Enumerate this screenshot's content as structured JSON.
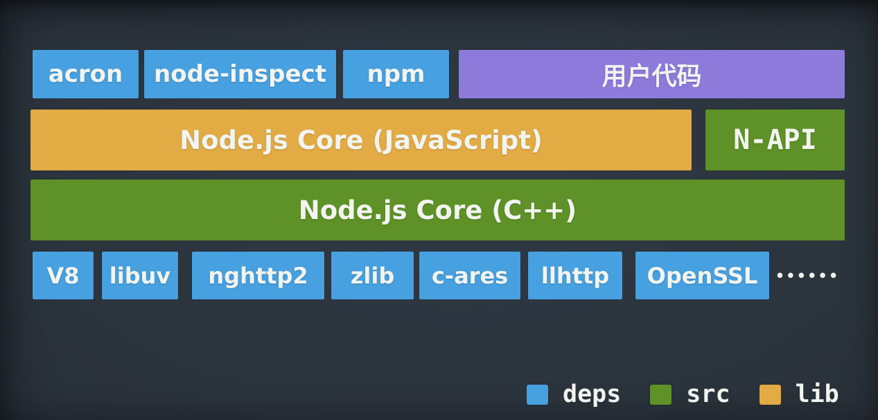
{
  "colors": {
    "background": "#2b333c",
    "deps_blue": "#47a0e0",
    "src_green": "#5e9228",
    "lib_yellow": "#e2ab44",
    "user_purple": "#8d7bdc",
    "text": "#f2f4f0"
  },
  "stack": {
    "user_layer": {
      "acron": "acron",
      "node_inspect": "node-inspect",
      "npm": "npm",
      "user_code": "用户代码"
    },
    "core_js": "Node.js Core (JavaScript)",
    "napi": "N-API",
    "core_cpp": "Node.js Core (C++)",
    "deps": [
      "V8",
      "libuv",
      "nghttp2",
      "zlib",
      "c-ares",
      "llhttp",
      "OpenSSL"
    ],
    "deps_more": "••••••"
  },
  "legend": {
    "deps": "deps",
    "src": "src",
    "lib": "lib"
  }
}
